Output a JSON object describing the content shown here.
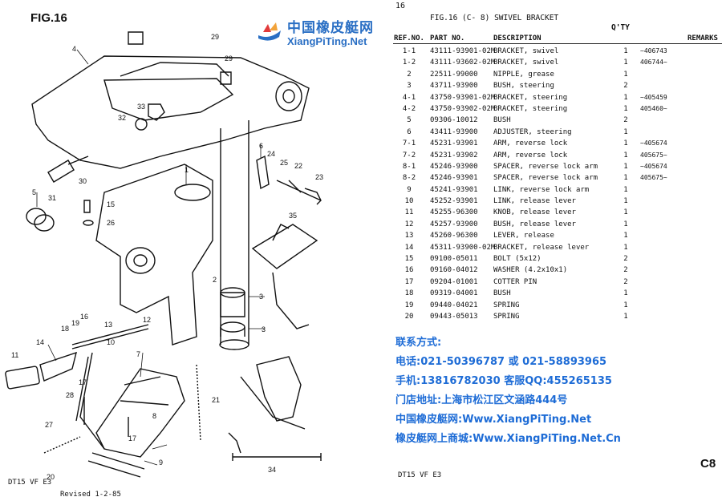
{
  "fig_label": "FIG.16",
  "logo": {
    "cn": "中国橡皮艇网",
    "en": "XiangPiTing.Net"
  },
  "page_number": "16",
  "header": {
    "title": "FIG.16 (C- 8) SWIVEL BRACKET",
    "qty": "Q'TY"
  },
  "columns": {
    "ref": "REF.NO.",
    "part": "PART NO.",
    "desc": "DESCRIPTION",
    "remarks": "REMARKS"
  },
  "parts": [
    {
      "ref": "1-1",
      "part": "43111-93901-02M",
      "desc": "BRACKET, swivel",
      "qty": "1",
      "remarks": "~406743"
    },
    {
      "ref": "1-2",
      "part": "43111-93602-02M",
      "desc": "BRACKET, swivel",
      "qty": "1",
      "remarks": "406744~"
    },
    {
      "ref": "2",
      "part": "22511-99000",
      "desc": "NIPPLE, grease",
      "qty": "1",
      "remarks": ""
    },
    {
      "ref": "3",
      "part": "43711-93900",
      "desc": "BUSH, steering",
      "qty": "2",
      "remarks": ""
    },
    {
      "ref": "4-1",
      "part": "43750-93901-02M",
      "desc": "BRACKET, steering",
      "qty": "1",
      "remarks": "~405459"
    },
    {
      "ref": "4-2",
      "part": "43750-93902-02M",
      "desc": "BRACKET, steering",
      "qty": "1",
      "remarks": "405460~"
    },
    {
      "ref": "5",
      "part": "09306-10012",
      "desc": "BUSH",
      "qty": "2",
      "remarks": ""
    },
    {
      "ref": "6",
      "part": "43411-93900",
      "desc": "ADJUSTER, steering",
      "qty": "1",
      "remarks": ""
    },
    {
      "ref": "7-1",
      "part": "45231-93901",
      "desc": "ARM, reverse lock",
      "qty": "1",
      "remarks": "~405674"
    },
    {
      "ref": "7-2",
      "part": "45231-93902",
      "desc": "ARM, reverse lock",
      "qty": "1",
      "remarks": "405675~"
    },
    {
      "ref": "8-1",
      "part": "45246-93900",
      "desc": "SPACER, reverse lock arm",
      "qty": "1",
      "remarks": "~405674"
    },
    {
      "ref": "8-2",
      "part": "45246-93901",
      "desc": "SPACER, reverse lock arm",
      "qty": "1",
      "remarks": "405675~"
    },
    {
      "ref": "9",
      "part": "45241-93901",
      "desc": "LINK, reverse lock arm",
      "qty": "1",
      "remarks": ""
    },
    {
      "ref": "10",
      "part": "45252-93901",
      "desc": "LINK, release lever",
      "qty": "1",
      "remarks": ""
    },
    {
      "ref": "11",
      "part": "45255-96300",
      "desc": "KNOB, release lever",
      "qty": "1",
      "remarks": ""
    },
    {
      "ref": "12",
      "part": "45257-93900",
      "desc": "BUSH, release lever",
      "qty": "1",
      "remarks": ""
    },
    {
      "ref": "13",
      "part": "45260-96300",
      "desc": "LEVER, release",
      "qty": "1",
      "remarks": ""
    },
    {
      "ref": "14",
      "part": "45311-93900-02M",
      "desc": "BRACKET, release lever",
      "qty": "1",
      "remarks": ""
    },
    {
      "ref": "15",
      "part": "09100-05011",
      "desc": "BOLT (5x12)",
      "qty": "2",
      "remarks": ""
    },
    {
      "ref": "16",
      "part": "09160-04012",
      "desc": "WASHER (4.2x10x1)",
      "qty": "2",
      "remarks": ""
    },
    {
      "ref": "17",
      "part": "09204-01001",
      "desc": "COTTER PIN",
      "qty": "2",
      "remarks": ""
    },
    {
      "ref": "18",
      "part": "09319-04001",
      "desc": "BUSH",
      "qty": "1",
      "remarks": ""
    },
    {
      "ref": "19",
      "part": "09440-04021",
      "desc": "SPRING",
      "qty": "1",
      "remarks": ""
    },
    {
      "ref": "20",
      "part": "09443-05013",
      "desc": "SPRING",
      "qty": "1",
      "remarks": ""
    }
  ],
  "contact": {
    "heading": "联系方式:",
    "phone": "电话:021-50396787 或 021-58893965",
    "mobile": "手机:13816782030 客服QQ:455265135",
    "address": "门店地址:上海市松江区文涵路444号",
    "site": "中国橡皮艇网:Www.XiangPiTing.Net",
    "shop": "橡皮艇网上商城:Www.XiangPiTing.Net.Cn"
  },
  "footer_left": "DT15 VF E3",
  "footer_right": "DT15 VF E3",
  "revised": "Revised 1-2-85",
  "section_code": "C8",
  "callouts": [
    "1",
    "2",
    "3",
    "3",
    "4",
    "5",
    "6",
    "7",
    "8",
    "9",
    "10",
    "11",
    "12",
    "13",
    "14",
    "15",
    "16",
    "17",
    "17",
    "18",
    "19",
    "20",
    "21",
    "22",
    "23",
    "24",
    "25",
    "26",
    "27",
    "28",
    "29",
    "29",
    "30",
    "31",
    "32",
    "33",
    "34",
    "35"
  ]
}
